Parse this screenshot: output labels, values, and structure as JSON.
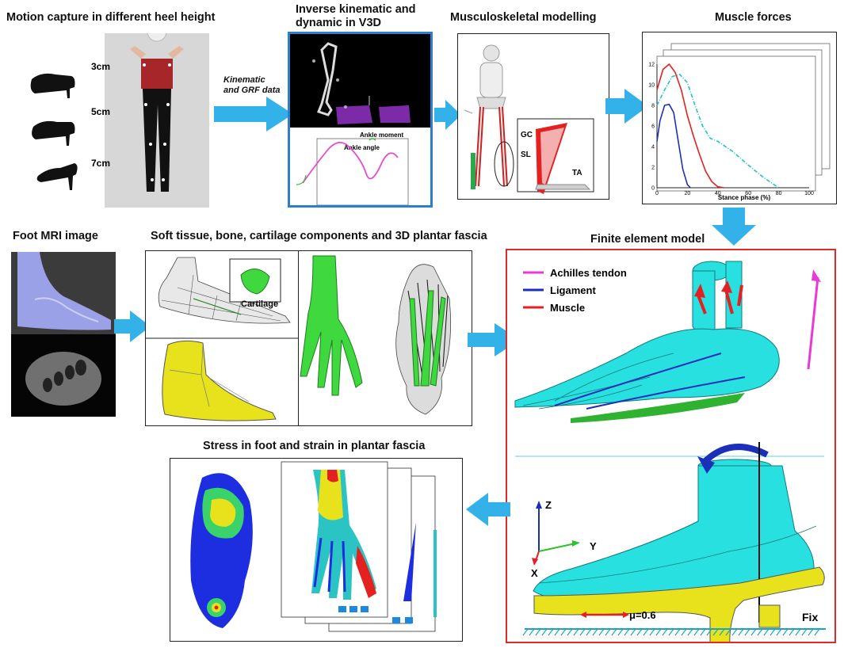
{
  "titles": {
    "motion": "Motion capture in different heel height",
    "inverse": "Inverse kinematic and dynamic in V3D",
    "musculo": "Musculoskeletal modelling",
    "forces": "Muscle forces",
    "mri": "Foot MRI image",
    "soft": "Soft tissue, bone, cartilage components and 3D plantar fascia",
    "fem": "Finite element model",
    "stress": "Stress in foot and strain in plantar fascia"
  },
  "heels": [
    "3cm",
    "5cm",
    "7cm"
  ],
  "arrow_label": [
    "Kinematic",
    "and GRF data"
  ],
  "v3d": {
    "moment": "Ankle moment",
    "angle": "Ankle angle"
  },
  "muscles": [
    "GC",
    "SL",
    "TA"
  ],
  "cartilage": "Cartilage",
  "fem_legend": [
    {
      "label": "Achilles tendon",
      "color": "#e83ad6"
    },
    {
      "label": "Ligament",
      "color": "#1c2fb8"
    },
    {
      "label": "Muscle",
      "color": "#e52020"
    }
  ],
  "axes": {
    "z": "Z",
    "y": "Y",
    "x": "X"
  },
  "friction": "μ=0.6",
  "fix": "Fix",
  "chart_data": {
    "type": "line",
    "xlabel": "Stance phase (%)",
    "xlim": [
      0,
      100
    ],
    "ylim": [
      0,
      12
    ],
    "x_ticks": [
      "0",
      "20",
      "40",
      "60",
      "80",
      "100"
    ],
    "y_ticks": [
      "0",
      "2",
      "4",
      "6",
      "8",
      "10",
      "12"
    ],
    "series": [
      {
        "color": "#e52020",
        "style": "solid",
        "x": [
          0,
          4,
          8,
          12,
          16,
          20,
          24,
          28,
          32,
          36,
          40,
          44
        ],
        "y": [
          9.5,
          11.5,
          12,
          11.2,
          9.5,
          7,
          5,
          3.2,
          1.6,
          0.6,
          0.1,
          0
        ]
      },
      {
        "color": "#1c2fb8",
        "style": "solid",
        "x": [
          0,
          2,
          5,
          8,
          11,
          14,
          17,
          20,
          22
        ],
        "y": [
          4.5,
          6.5,
          8,
          8.1,
          7.3,
          4.5,
          1.8,
          0.3,
          0
        ]
      },
      {
        "color": "#22c1cf",
        "style": "dashdot",
        "x": [
          0,
          5,
          10,
          15,
          20,
          25,
          30,
          35,
          40,
          50,
          60,
          70,
          80
        ],
        "y": [
          8,
          9.5,
          10.8,
          11,
          10.2,
          8,
          6,
          4.8,
          4.5,
          3.5,
          2.2,
          1,
          0
        ]
      }
    ]
  }
}
